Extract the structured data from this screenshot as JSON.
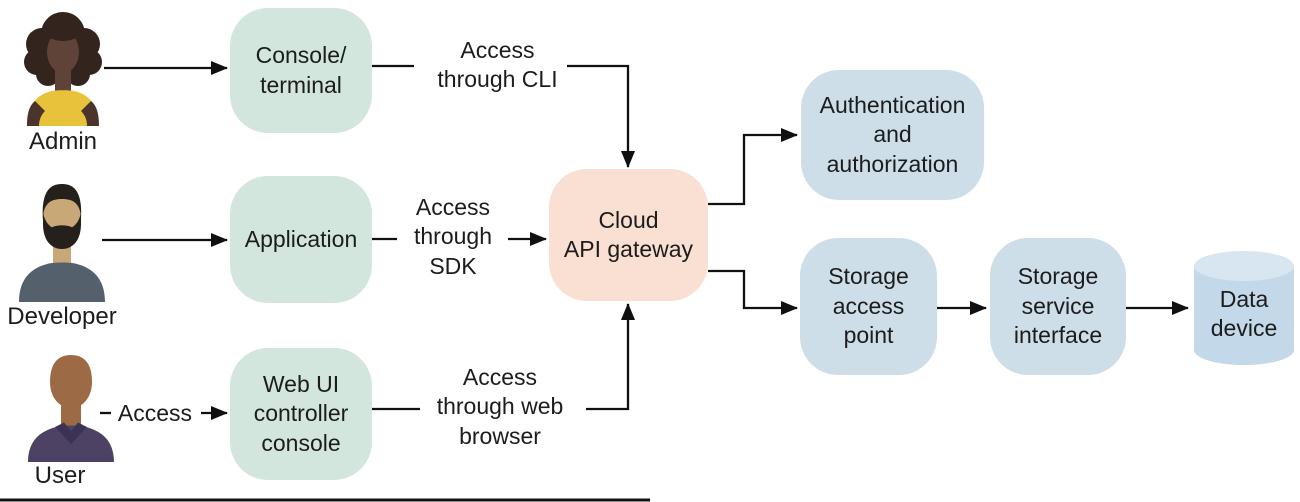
{
  "diagram": {
    "personas": [
      {
        "id": "admin",
        "label": "Admin",
        "avatar": "woman-curly-hair-yellow-top"
      },
      {
        "id": "developer",
        "label": "Developer",
        "avatar": "bearded-man-gray-shirt"
      },
      {
        "id": "user",
        "label": "User",
        "avatar": "bald-man-purple-shirt"
      }
    ],
    "nodes": {
      "console": {
        "lines": [
          "Console/",
          "terminal"
        ]
      },
      "application": {
        "lines": [
          "Application"
        ]
      },
      "webui": {
        "lines": [
          "Web UI",
          "controller",
          "console"
        ]
      },
      "gateway": {
        "lines": [
          "Cloud",
          "API gateway"
        ]
      },
      "auth": {
        "lines": [
          "Authentication",
          "and",
          "authorization"
        ]
      },
      "storage_access_point": {
        "lines": [
          "Storage",
          "access",
          "point"
        ]
      },
      "storage_service_interface": {
        "lines": [
          "Storage",
          "service",
          "interface"
        ]
      },
      "data_device": {
        "lines": [
          "Data",
          "device"
        ]
      }
    },
    "edge_labels": {
      "cli": {
        "lines": [
          "Access",
          "through CLI"
        ]
      },
      "sdk": {
        "lines": [
          "Access",
          "through",
          "SDK"
        ]
      },
      "web_browser": {
        "lines": [
          "Access",
          "through web",
          "browser"
        ]
      },
      "user_access": {
        "lines": [
          "Access"
        ]
      }
    },
    "edges": [
      {
        "from": "admin",
        "to": "console"
      },
      {
        "from": "console",
        "to": "gateway",
        "label": "cli"
      },
      {
        "from": "developer",
        "to": "application"
      },
      {
        "from": "application",
        "to": "gateway",
        "label": "sdk"
      },
      {
        "from": "user",
        "to": "webui",
        "label": "user_access"
      },
      {
        "from": "webui",
        "to": "gateway",
        "label": "web_browser"
      },
      {
        "from": "gateway",
        "to": "auth"
      },
      {
        "from": "gateway",
        "to": "storage_access_point"
      },
      {
        "from": "storage_access_point",
        "to": "storage_service_interface"
      },
      {
        "from": "storage_service_interface",
        "to": "data_device"
      }
    ],
    "colors": {
      "source_box": "#d3e6dd",
      "gateway_box": "#fadfd3",
      "service_box": "#cddee8",
      "cylinder_body": "#c3d8e8",
      "cylinder_top": "#d7e6f0",
      "line": "#101010",
      "text": "#1c1c1c",
      "admin_hair": "#33241d",
      "admin_skin": "#5f4339",
      "admin_shirt": "#e9c23b",
      "admin_arm": "#4b342c",
      "developer_hair": "#26201c",
      "developer_skin": "#c9a877",
      "developer_shirt": "#54616d",
      "user_skin": "#9c6b46",
      "user_shirt": "#4d4164",
      "user_collar": "#3c3354"
    }
  }
}
